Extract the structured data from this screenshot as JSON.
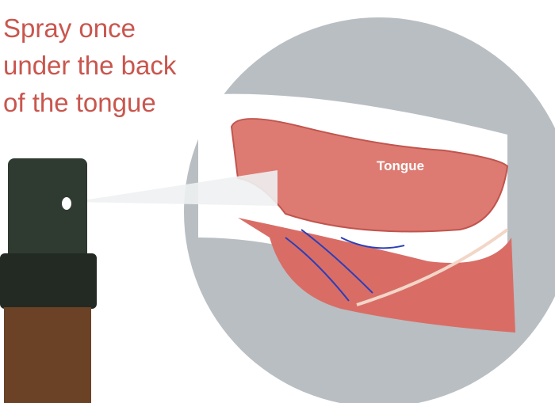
{
  "instruction": {
    "line1": "Spray once",
    "line2": "under the back",
    "line3": "of the tongue"
  },
  "tongue_label": "Tongue",
  "colors": {
    "text": "#c9564e",
    "head": "#b9bec2",
    "tongue": "#dd7b72",
    "bottle": "#2f3a30",
    "cap": "#6b4225"
  }
}
